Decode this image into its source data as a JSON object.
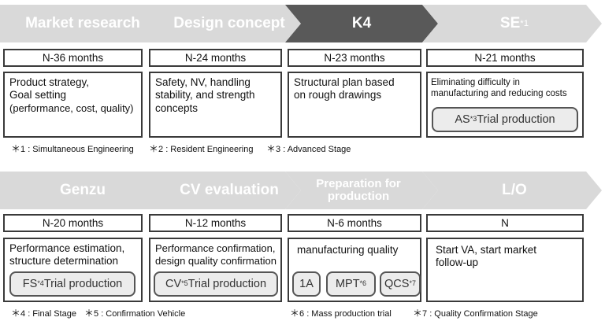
{
  "row1": {
    "stages": [
      {
        "label": "Market research",
        "sup": "",
        "fill": "#d9d9d9"
      },
      {
        "label": "Design concept",
        "sup": "",
        "fill": "#d9d9d9"
      },
      {
        "label": "K4",
        "sup": "",
        "fill": "#595959"
      },
      {
        "label": "SE",
        "sup": "*1",
        "fill": "#d9d9d9"
      }
    ],
    "times": [
      "N-36 months",
      "N-24 months",
      "N-23 months",
      "N-21 months"
    ],
    "details": [
      [
        "Product strategy,",
        "Goal setting",
        "(performance, cost, quality)"
      ],
      [
        "Safety, NV, handling",
        "stability, and strength",
        "concepts"
      ],
      [
        "Structural plan based",
        "on rough drawings"
      ],
      [
        "Eliminating difficulty in",
        "manufacturing and reducing costs"
      ]
    ],
    "pills": [
      {
        "text": "AS",
        "sup": "*3",
        "suffix": "Trial production"
      }
    ],
    "notes": [
      {
        "star": "＊",
        "text": "1 : Simultaneous Engineering"
      },
      {
        "star": "＊",
        "text": "2 : Resident Engineering"
      },
      {
        "star": "＊",
        "text": "3 : Advanced Stage"
      }
    ]
  },
  "row2": {
    "stages": [
      {
        "label": "Genzu",
        "sup": "",
        "fill": "#d9d9d9"
      },
      {
        "label": "CV evaluation",
        "sup": "",
        "fill": "#d9d9d9"
      },
      {
        "label": "Preparation for production",
        "sup": "",
        "fill": "#d9d9d9"
      },
      {
        "label": "L/O",
        "sup": "",
        "fill": "#d9d9d9"
      }
    ],
    "times": [
      "N-20 months",
      "N-12 months",
      "N-6 months",
      "N"
    ],
    "details": [
      [
        "Performance estimation,",
        "structure determination"
      ],
      [
        "Performance confirmation,",
        "design quality confirmation"
      ],
      [
        "manufacturing quality"
      ],
      [
        "Start VA, start market",
        "follow-up"
      ]
    ],
    "pills": [
      {
        "text": "FS",
        "sup": "*4",
        "suffix": "Trial production"
      },
      {
        "text": "CV",
        "sup": "*5",
        "suffix": "Trial production"
      },
      {
        "text": "1A",
        "sup": "",
        "suffix": ""
      },
      {
        "text": "MPT",
        "sup": "*6",
        "suffix": ""
      },
      {
        "text": "QCS",
        "sup": "*7",
        "suffix": ""
      }
    ],
    "notes": [
      {
        "star": "＊",
        "text": "4 : Final Stage"
      },
      {
        "star": "＊",
        "text": "5 : Confirmation Vehicle"
      },
      {
        "star": "＊",
        "text": "6 : Mass production trial"
      },
      {
        "star": "＊",
        "text": "7 : Quality Confirmation Stage"
      }
    ]
  }
}
